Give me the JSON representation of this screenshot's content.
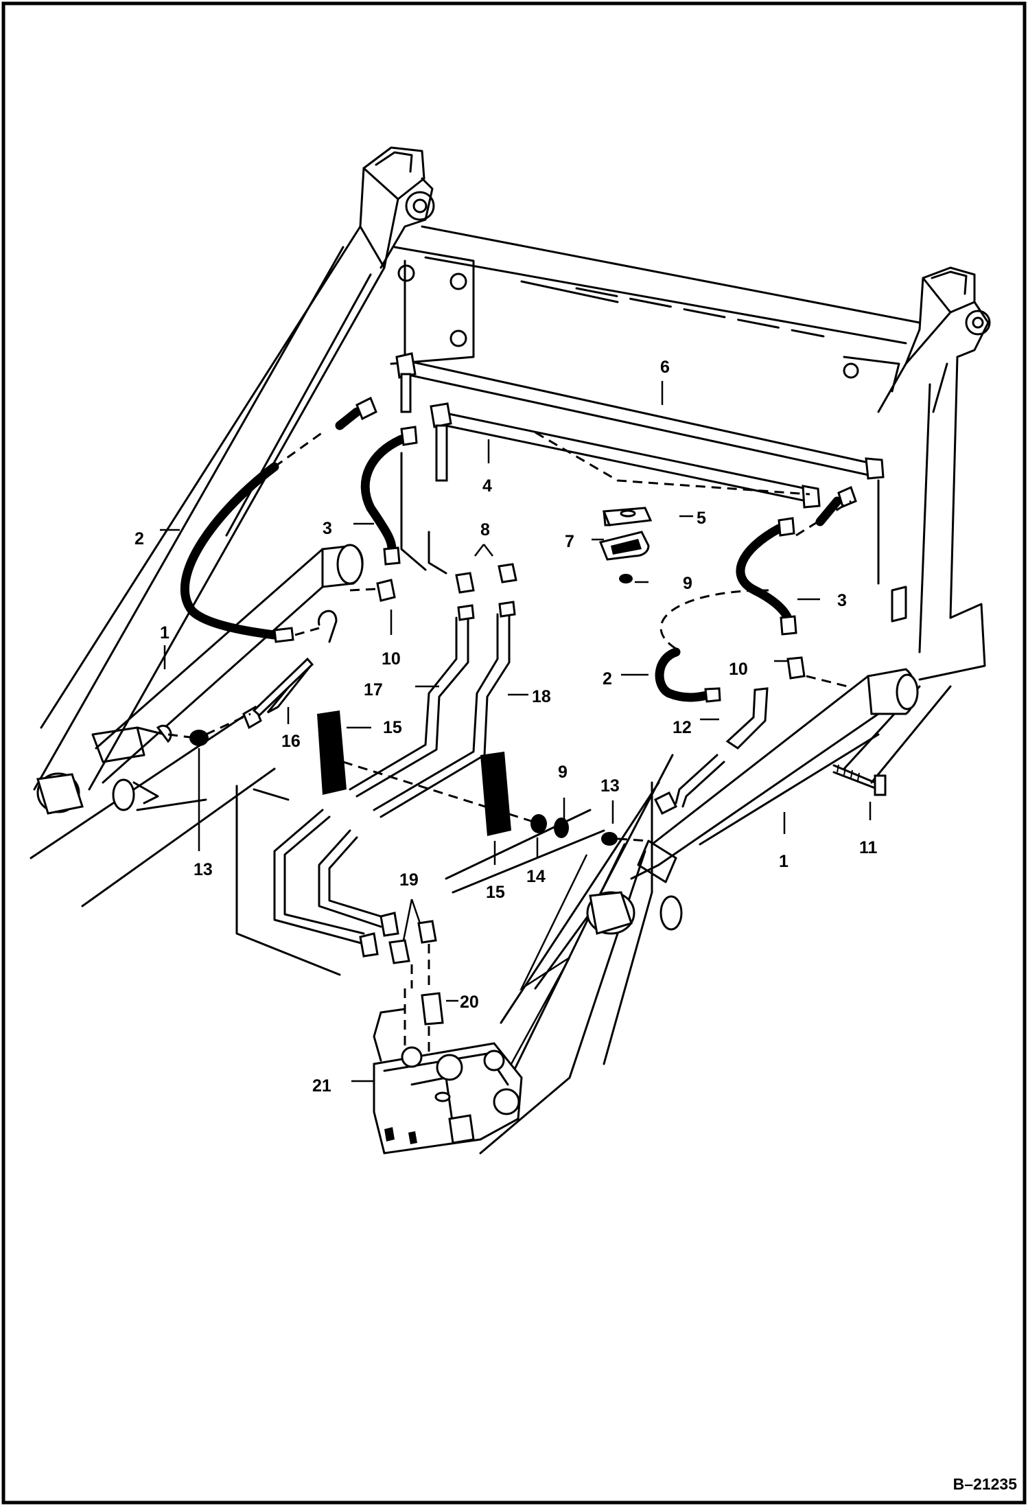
{
  "figure": {
    "id": "B–21235",
    "callouts": [
      "1",
      "2",
      "3",
      "4",
      "5",
      "6",
      "7",
      "8",
      "9",
      "10",
      "11",
      "12",
      "13",
      "14",
      "15",
      "16",
      "17",
      "18",
      "19",
      "20",
      "21"
    ]
  },
  "colors": {
    "ink": "#000000",
    "paper": "#ffffff"
  }
}
